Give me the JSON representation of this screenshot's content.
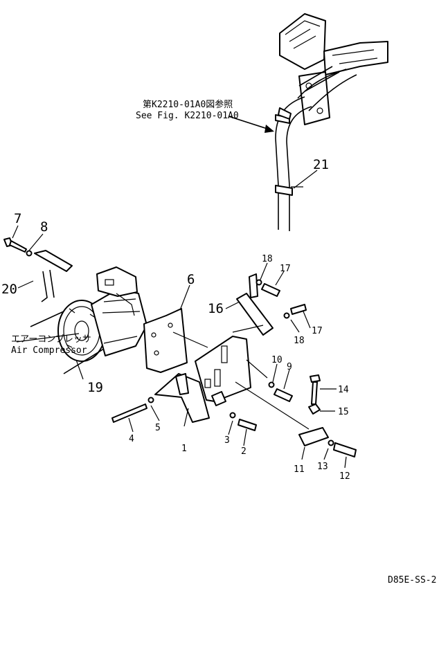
{
  "diagram": {
    "reference_note_jp": "第K2210-01A0図参照",
    "reference_note_en": "See Fig. K2210-01A0",
    "component_label_jp": "エアーコンプレッサ",
    "component_label_en": "Air Compressor",
    "drawing_code": "D85E-SS-2",
    "callouts": [
      "1",
      "2",
      "3",
      "4",
      "5",
      "6",
      "7",
      "8",
      "9",
      "10",
      "11",
      "12",
      "13",
      "14",
      "15",
      "16",
      "17",
      "18",
      "19",
      "20",
      "21"
    ]
  }
}
